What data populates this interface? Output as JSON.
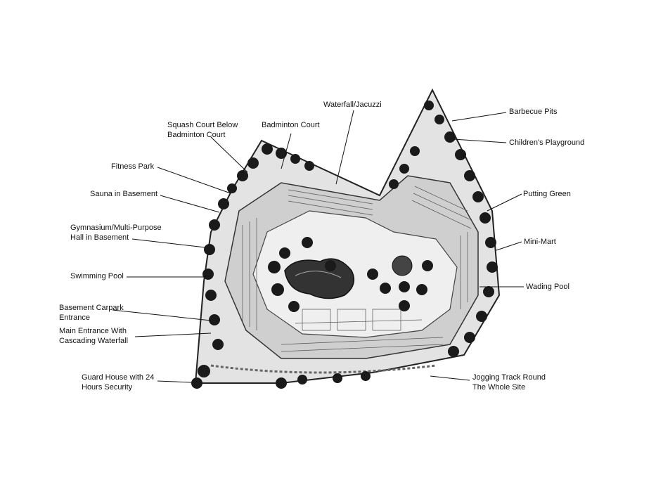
{
  "labels": {
    "squash_court_1": "Squash Court Below",
    "squash_court_2": "Badminton Court",
    "badminton_court": "Badminton Court",
    "waterfall": "Waterfall/Jacuzzi",
    "barbecue": "Barbecue Pits",
    "playground": "Children's Playground",
    "fitness_park": "Fitness Park",
    "sauna": "Sauna in Basement",
    "putting_green": "Putting Green",
    "gymnasium_1": "Gymnasium/Multi-Purpose",
    "gymnasium_2": "Hall in Basement",
    "mini_mart": "Mini-Mart",
    "swimming_pool": "Swimming Pool",
    "wading_pool": "Wading Pool",
    "carpark_1": "Basement Carpark",
    "carpark_2": "Entrance",
    "main_entrance_1": "Main Entrance With",
    "main_entrance_2": "Cascading Waterfall",
    "guard_house_1": "Guard House with 24",
    "guard_house_2": "Hours Security",
    "jogging_1": "Jogging Track Round",
    "jogging_2": "The Whole Site"
  },
  "colors": {
    "ink": "#111111",
    "tree": "#1a1a1a",
    "ground": "#d8d8d8",
    "path": "#efefef"
  }
}
